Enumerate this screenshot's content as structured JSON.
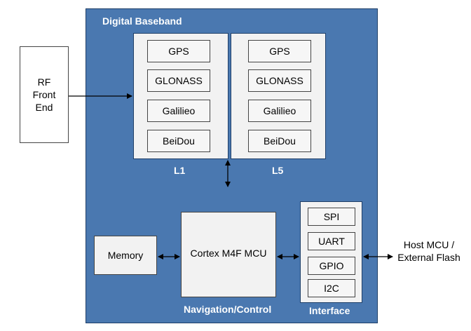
{
  "baseband": {
    "title": "Digital Baseband"
  },
  "rf_front_end": {
    "lines": [
      "RF",
      "Front",
      "End"
    ]
  },
  "l1": {
    "label": "L1",
    "items": [
      "GPS",
      "GLONASS",
      "Galilieo",
      "BeiDou"
    ]
  },
  "l5": {
    "label": "L5",
    "items": [
      "GPS",
      "GLONASS",
      "Galilieo",
      "BeiDou"
    ]
  },
  "memory": {
    "label": "Memory"
  },
  "mcu": {
    "label": "Cortex M4F MCU",
    "caption": "Navigation/Control"
  },
  "interface": {
    "caption": "Interface",
    "items": [
      "SPI",
      "UART",
      "GPIO",
      "I2C"
    ]
  },
  "external": {
    "lines": [
      "Host MCU /",
      "External Flash"
    ]
  },
  "colors": {
    "baseband_blue": "#4a78b0",
    "panel_grey": "#f2f2f2"
  }
}
